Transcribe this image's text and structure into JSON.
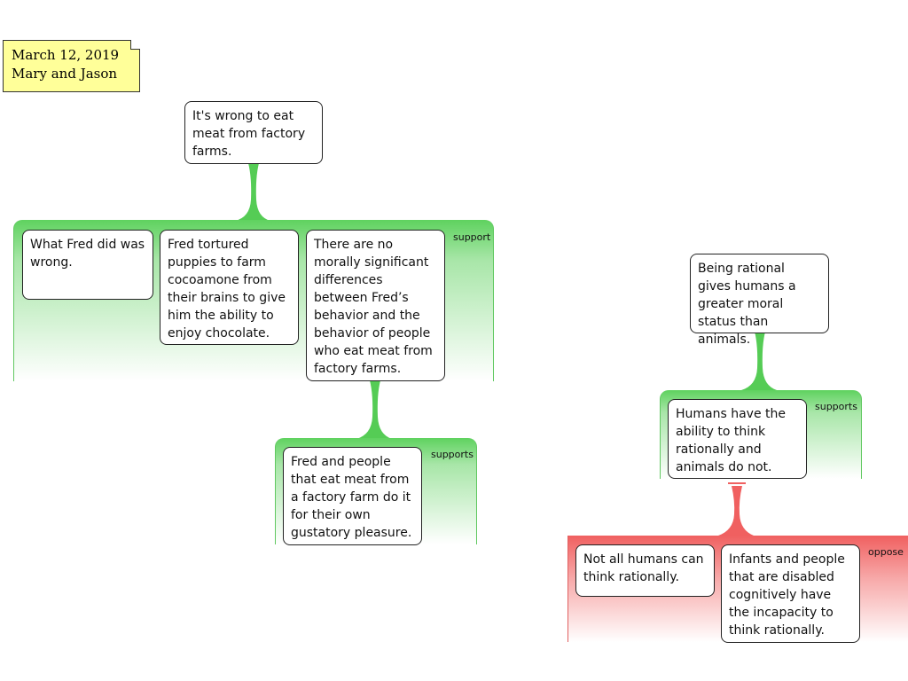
{
  "note": {
    "date": "March 12, 2019",
    "authors": "Mary and Jason"
  },
  "claims": {
    "main": "It's wrong to eat meat from factory farms.",
    "rational": "Being rational gives humans a greater moral status than animals."
  },
  "groups": {
    "support1": {
      "label": "support",
      "reasons": [
        "What Fred did was wrong.",
        "Fred tortured puppies to farm cocoamone from their brains to give him the ability to enjoy chocolate.",
        "There are no morally significant differences between Fred’s behavior and the behavior of people who eat meat from factory farms."
      ]
    },
    "supports2": {
      "label": "supports",
      "reasons": [
        "Fred and people that eat meat from a factory farm do it for their own gustatory pleasure."
      ]
    },
    "supports3": {
      "label": "supports",
      "reasons": [
        "Humans have the ability to think rationally and animals do not."
      ]
    },
    "oppose": {
      "label": "oppose",
      "reasons": [
        "Not all humans can think rationally.",
        "Infants and people that are disabled cognitively have the incapacity to think rationally."
      ]
    }
  },
  "colors": {
    "support": "#5fd25f",
    "oppose": "#f06060",
    "note": "#ffff99"
  }
}
